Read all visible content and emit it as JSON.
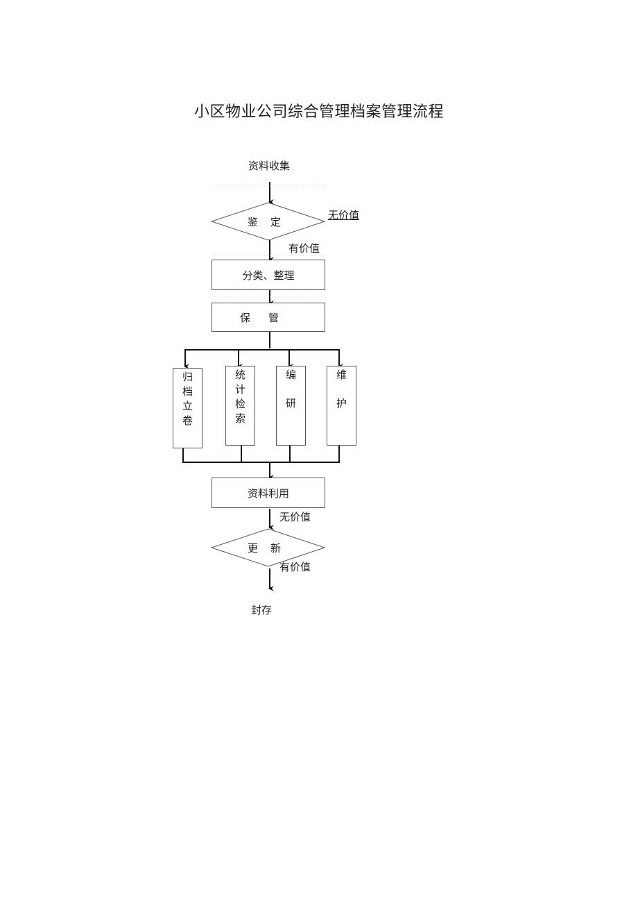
{
  "title": "小区物业公司综合管理档案管理流程",
  "nodes": {
    "collect": "资料收集",
    "identify": "鉴定",
    "classify": "分类、整理",
    "store": "保管",
    "archive": "归档立卷",
    "stats": "统计检索",
    "edit": "编研",
    "maintain": "维护",
    "use": "资料利用",
    "update": "更新",
    "seal": "封存"
  },
  "labels": {
    "identify_no_value": "无价值",
    "identify_has_value": "有价值",
    "use_no_value": "无价值",
    "update_has_value": "有价值"
  }
}
